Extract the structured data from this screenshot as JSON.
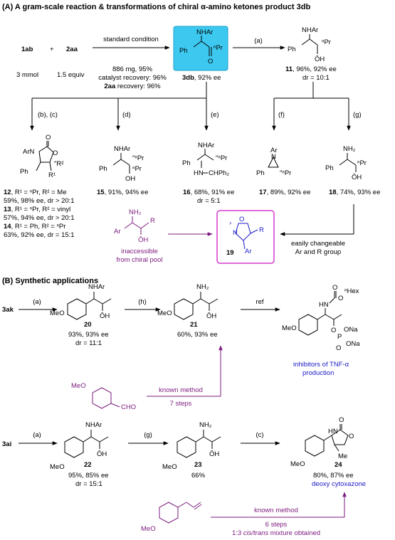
{
  "sectionA": {
    "title": "(A) A gram-scale reaction & transformations of chiral α-amino ketones product 3db",
    "reagent1": "1ab",
    "plus": "+",
    "reagent2": "2aa",
    "reagent1_amount": "3 mmol",
    "reagent2_amount": "1.5 equiv",
    "condition": "standard condition",
    "result_line1": "886 mg, 95%",
    "result_line2": "catalyst recovery: 96%",
    "result_line3_cmp": "2aa",
    "result_line3": " recovery: 96%",
    "product_name": "3db",
    "product_ee": ", 92% ee",
    "arrow_a": "(a)",
    "c11_name": "11",
    "c11_yield": ", 96%, 92% ee",
    "c11_dr": "dr = 10:1",
    "step_b": "(b), (c)",
    "step_d": "(d)",
    "step_e": "(e)",
    "step_f": "(f)",
    "step_g": "(g)",
    "c12_label": "12",
    "c12_subs": ", R¹ = ⁿPr, R² = Me",
    "c12_yield": "59%, 98% ee, dr > 20:1",
    "c13_label": "13",
    "c13_subs": ", R¹ = ⁿPr, R² = vinyl",
    "c13_yield": "57%, 94% ee, dr > 20:1",
    "c14_label": "14",
    "c14_subs": ", R¹ = Ph, R² = ⁿPr",
    "c14_yield": "63%, 92% ee, dr = 15:1",
    "c15_label": "15",
    "c15_yield": ", 91%, 94% ee",
    "c16_label": "16",
    "c16_yield": ", 68%, 91% ee",
    "c16_dr": "dr = 5:1",
    "c17_label": "17",
    "c17_yield": ", 89%, 92% ee",
    "c18_label": "18",
    "c18_yield": ", 74%, 93% ee",
    "c19_label": "19",
    "inaccessible_1": "inaccessible",
    "inaccessible_2": "from chiral pool",
    "changeable_1": "easily changeable",
    "changeable_2": "Ar and R group"
  },
  "sectionB": {
    "title": "(B) Synthetic applications",
    "start1": "3ak",
    "start2": "3ai",
    "step_a": "(a)",
    "step_h": "(h)",
    "step_ref": "ref",
    "step_g": "(g)",
    "step_c": "(c)",
    "c20_label": "20",
    "c20_yield": "93%, 93% ee",
    "c20_dr": "dr = 11:1",
    "c21_label": "21",
    "c21_yield": "60%, 93% ee",
    "tnf_1": "inhibitors of TNF-α",
    "tnf_2": "production",
    "known_method": "known method",
    "steps7": "7 steps",
    "c22_label": "22",
    "c22_yield": "95%, 85% ee",
    "c22_dr": "dr = 15:1",
    "c23_label": "23",
    "c23_yield": "66%",
    "c24_label": "24",
    "c24_yield": "80%, 87% ee",
    "cytoxazone": "deoxy cytoxazone",
    "known_method2": "known method",
    "steps6": "6 steps",
    "mixture_pre": "1:3 ",
    "mixture_it": "cis/trans",
    "mixture_post": " mixture obtained"
  },
  "colors": {
    "purple": "#7b1a7d",
    "blue": "#1a1ac8",
    "highlight_box": "#3cc8ef",
    "magenta_box": "#d63ad0"
  }
}
